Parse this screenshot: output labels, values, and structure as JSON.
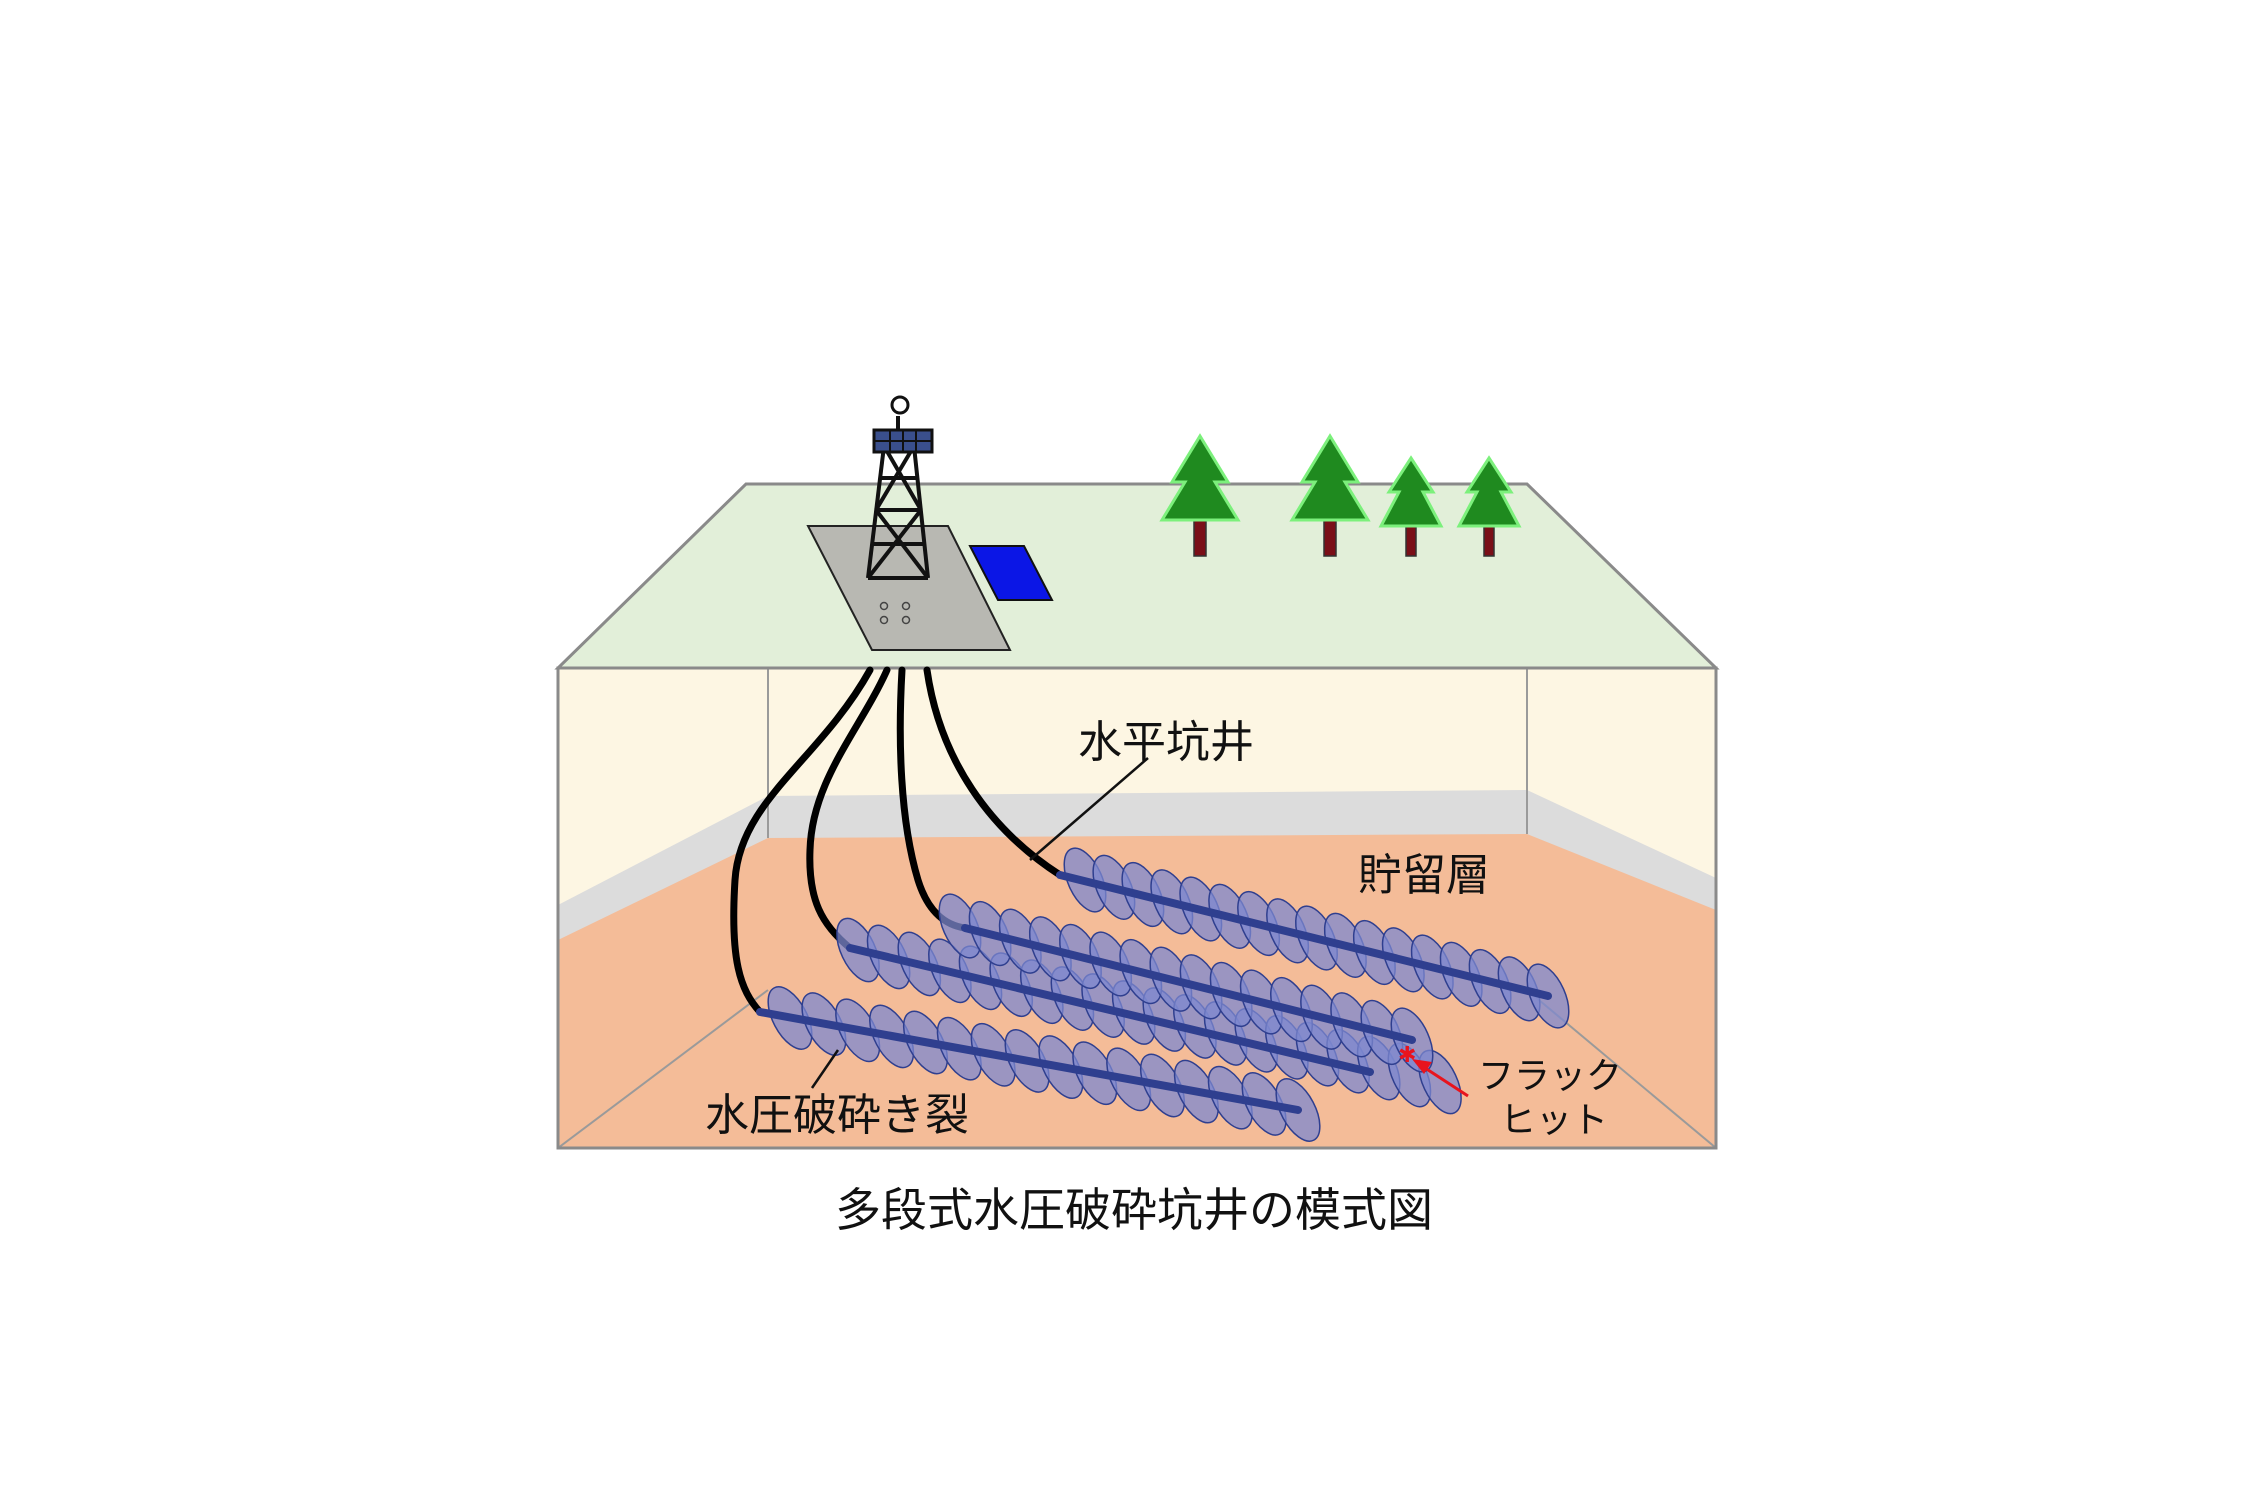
{
  "labels": {
    "horizontal_well": "水平坑井",
    "reservoir": "貯留層",
    "hydraulic_fracture": "水圧破砕き裂",
    "frac_hit_line1": "フラック",
    "frac_hit_line2": "ヒット",
    "caption": "多段式水圧破砕坑井の模式図"
  },
  "colors": {
    "surface": "#e2efd9",
    "upper_layer": "#fdf6e3",
    "cap_layer": "#dcdcdc",
    "reservoir": "#f4bc98",
    "well_pad": "#b8b8b2",
    "pond": "#0b16e6",
    "tree_green": "#1f8a1f",
    "tree_trunk": "#7a0f18",
    "fracture_fill": "#7d88cf",
    "fracture_line": "#2f3f8f",
    "frac_hit_arrow": "#e8141d"
  },
  "icons": [
    "drilling-rig-icon",
    "tree-icon",
    "pond-icon"
  ]
}
